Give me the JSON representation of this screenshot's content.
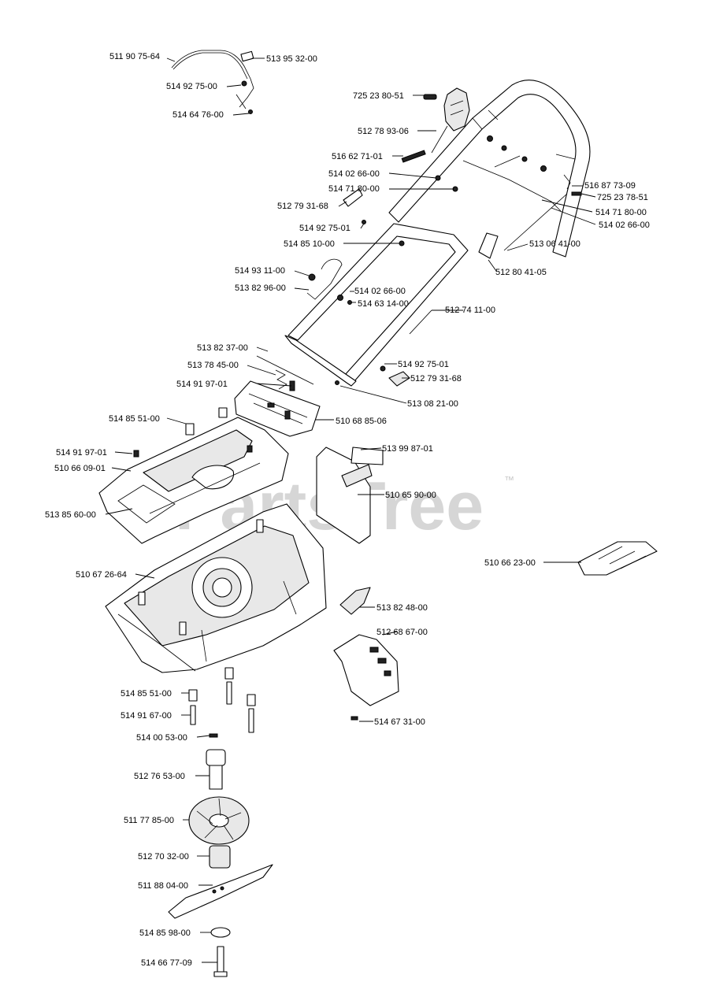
{
  "watermark": {
    "text": "PartsTree",
    "trademark": "™"
  },
  "callouts": {
    "p511907564": "511 90 75-64",
    "p513953200": "513 95 32-00",
    "p514927500": "514 92 75-00",
    "p514647600": "514 64 76-00",
    "p725238051": "725 23 80-51",
    "p512789306": "512 78 93-06",
    "p516627101": "516 62 71-01",
    "p514026600a": "514 02 66-00",
    "p514718000a": "514 71 80-00",
    "p512793168a": "512 79 31-68",
    "p514927501a": "514 92 75-01",
    "p514851000": "514 85 10-00",
    "p516877309": "516 87 73-09",
    "p725237851": "725 23 78-51",
    "p514718000b": "514 71 80-00",
    "p514026600b": "514 02 66-00",
    "p513064100": "513 06 41-00",
    "p512804105": "512 80 41-05",
    "p514931100": "514 93 11-00",
    "p513829600": "513 82 96-00",
    "p514026600c": "514 02 66-00",
    "p514631400": "514 63 14-00",
    "p512741100": "512 74 11-00",
    "p513823700": "513 82 37-00",
    "p513784500": "513 78 45-00",
    "p514919701a": "514 91 97-01",
    "p514927501b": "514 92 75-01",
    "p512793168b": "512 79 31-68",
    "p513082100": "513 08 21-00",
    "p514855100a": "514 85 51-00",
    "p510688506": "510 68 85-06",
    "p514919701b": "514 91 97-01",
    "p510660901": "510 66 09-01",
    "p513998701": "513 99 87-01",
    "p510659000": "510 65 90-00",
    "p513856000": "513 85 60-00",
    "p510662300": "510 66 23-00",
    "p510672664": "510 67 26-64",
    "p513824800": "513 82 48-00",
    "p512686700": "512 68 67-00",
    "p514855100b": "514 85 51-00",
    "p514916700": "514 91 67-00",
    "p514673100": "514 67 31-00",
    "p514005300": "514 00 53-00",
    "p512765300": "512 76 53-00",
    "p511778500": "511 77 85-00",
    "p512703200": "512 70 32-00",
    "p511880400": "511 88 04-00",
    "p514859800": "514 85 98-00",
    "p514667709": "514 66 77-09"
  }
}
